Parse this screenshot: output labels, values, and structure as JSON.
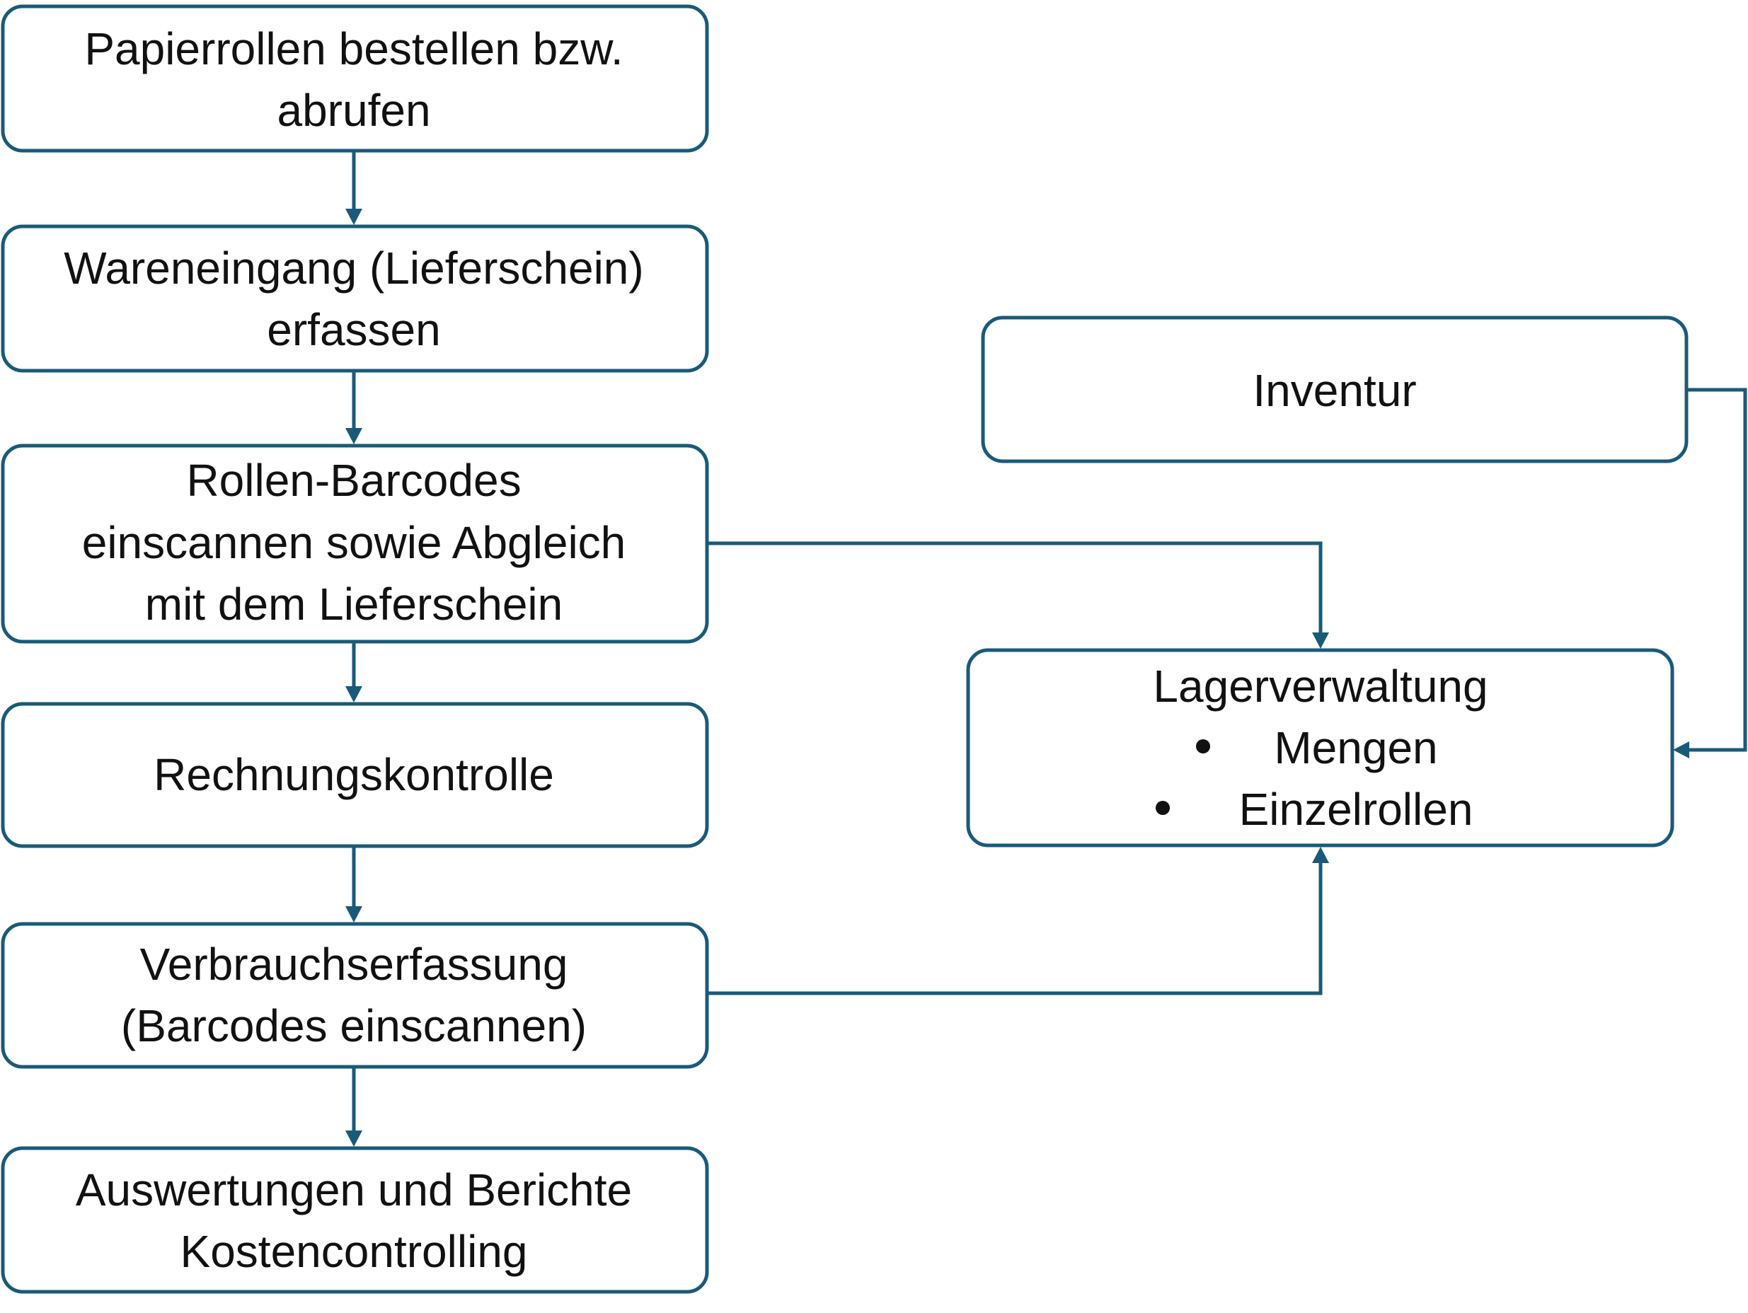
{
  "colors": {
    "accent": "#1a5a78",
    "text": "#111111",
    "background": "#ffffff"
  },
  "nodes": {
    "bestellen": {
      "line1": "Papierrollen bestellen bzw.",
      "line2": "abrufen"
    },
    "wareneingang": {
      "line1": "Wareneingang (Lieferschein)",
      "line2": "erfassen"
    },
    "barcodes": {
      "line1": "Rollen-Barcodes",
      "line2": "einscannen sowie Abgleich",
      "line3": "mit dem Lieferschein"
    },
    "rechnung": {
      "line1": "Rechnungskontrolle"
    },
    "verbrauch": {
      "line1": "Verbrauchserfassung",
      "line2": "(Barcodes einscannen)"
    },
    "auswertung": {
      "line1": "Auswertungen und Berichte",
      "line2": "Kostencontrolling"
    },
    "inventur": {
      "line1": "Inventur"
    },
    "lager": {
      "title": "Lagerverwaltung",
      "items": [
        "Mengen",
        "Einzelrollen"
      ]
    }
  },
  "edges": [
    {
      "from": "bestellen",
      "to": "wareneingang"
    },
    {
      "from": "wareneingang",
      "to": "barcodes"
    },
    {
      "from": "barcodes",
      "to": "rechnung"
    },
    {
      "from": "rechnung",
      "to": "verbrauch"
    },
    {
      "from": "verbrauch",
      "to": "auswertung"
    },
    {
      "from": "barcodes",
      "to": "lager"
    },
    {
      "from": "verbrauch",
      "to": "lager"
    },
    {
      "from": "inventur",
      "to": "lager"
    }
  ]
}
